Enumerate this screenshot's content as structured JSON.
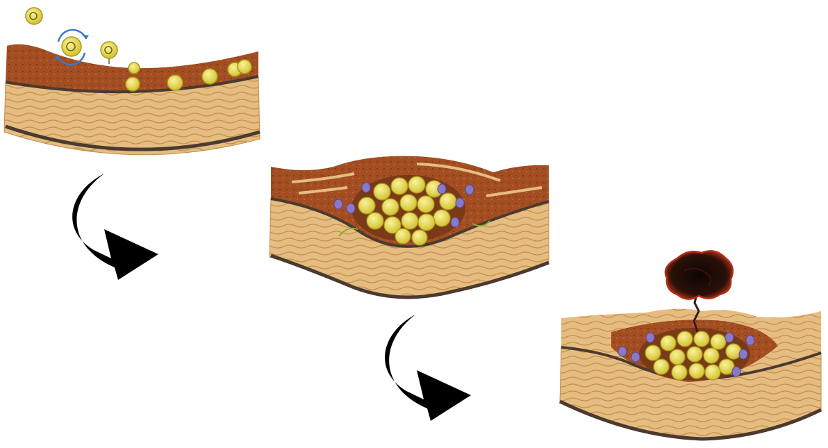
{
  "diagram": {
    "stages": [
      {
        "name": "monocyte-adhesion-and-entry"
      },
      {
        "name": "lipid-core-plaque-formation"
      },
      {
        "name": "plaque-rupture-with-thrombus"
      }
    ],
    "transitions": [
      {
        "from": 1,
        "to": 2,
        "icon": "curved-arrow-icon"
      },
      {
        "from": 2,
        "to": 3,
        "icon": "curved-arrow-icon"
      }
    ],
    "colors": {
      "media": "#e3b878",
      "media_stroke": "#c08a48",
      "intima": "#a24e22",
      "elastic_lamina": "#4a3a30",
      "foam_cell": "#e0d84a",
      "foam_cell_stroke": "#a89a1a",
      "macrophage": "#8a78c8",
      "thrombus": "#1a0e0a",
      "thrombus_rim": "#b03018",
      "arrow": "#000000"
    }
  }
}
